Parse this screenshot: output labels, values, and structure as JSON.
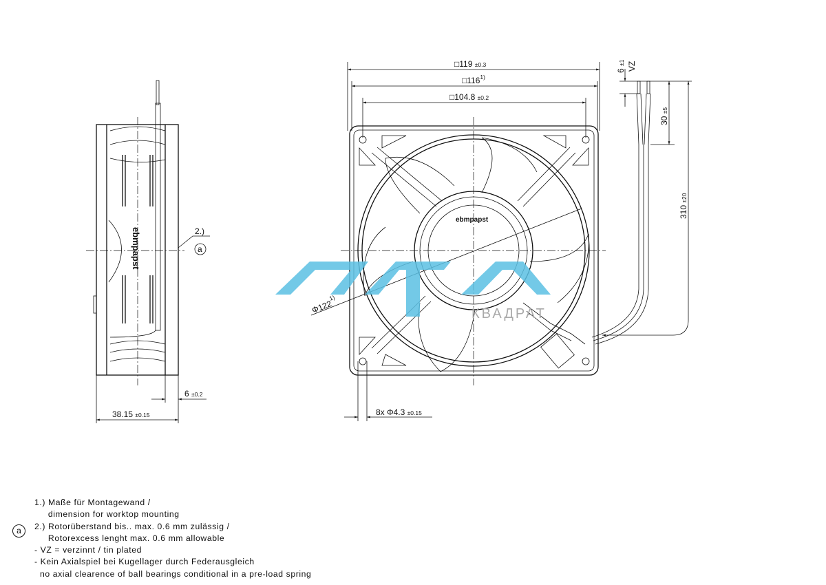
{
  "front_view": {
    "dim_outer": "□119",
    "dim_outer_tol": "±0.3",
    "dim_mount": "□116",
    "dim_mount_note": "1)",
    "dim_holes": "□104.8",
    "dim_holes_tol": "±0.2",
    "diameter": "Φ122",
    "diameter_note": "1)",
    "hole_spec": "8x  Φ4.3",
    "hole_spec_tol": "±0.15",
    "brand_on_hub": "ebmpapst"
  },
  "wires": {
    "strip_len": "6",
    "strip_tol": "±1",
    "strip_note": "VZ",
    "split_len": "30",
    "split_tol": "±5",
    "cable_len": "310",
    "cable_tol": "±20"
  },
  "side_view": {
    "note_ref": "2.)",
    "mark": "a",
    "flange": "6",
    "flange_tol": "±0.2",
    "depth": "38.15",
    "depth_tol": "±0.15",
    "brand_on_side": "ebmpapst"
  },
  "notes": {
    "mark": "a",
    "lines": [
      "1.) Maße für Montagewand /",
      "     dimension for worktop mounting",
      "2.) Rotorüberstand bis.. max. 0.6 mm zulässig /",
      "     Rotorexcess lenght max. 0.6 mm allowable",
      "- VZ = verzinnt / tin plated",
      "- Kein Axialspiel bei Kugellager durch Federausgleich",
      "  no axial clearence of ball bearings conditional in a pre-load spring"
    ]
  },
  "watermark": {
    "logo": "AVTA",
    "sub": "КВАДРАТ",
    "color": "#5bc0e3"
  }
}
